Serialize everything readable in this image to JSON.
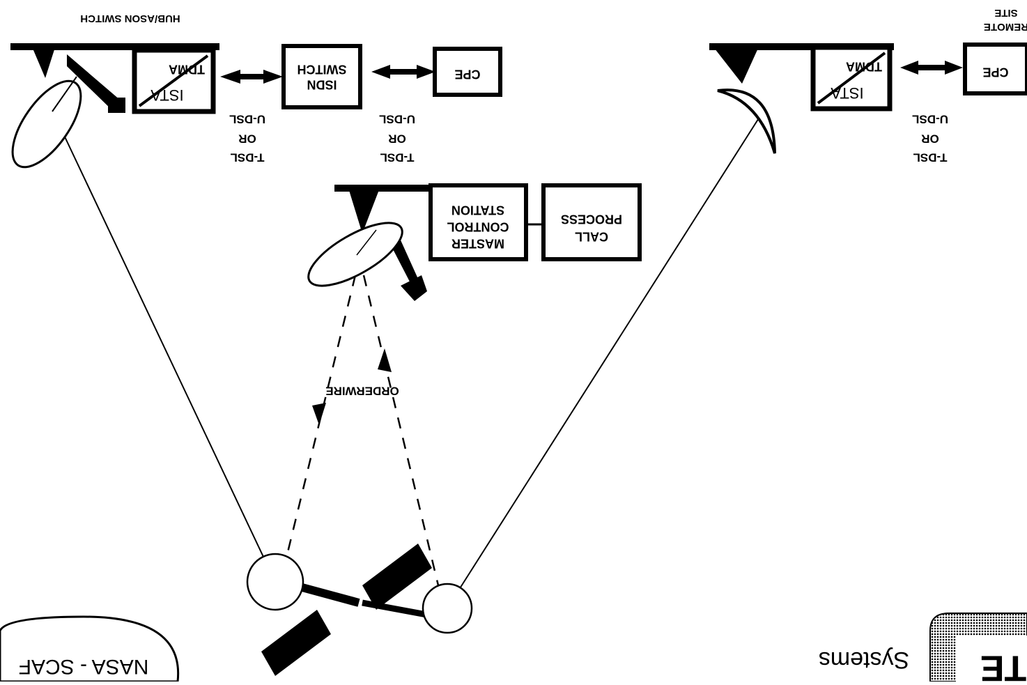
{
  "diagram": {
    "hub_label": "HUB/ASON SWITCH",
    "remote_label_line1": "REMOTE",
    "remote_label_line2": "SITE",
    "boxes": {
      "cpe_left": "CPE",
      "isdn_line1": "ISDN",
      "isdn_line2": "SWITCH",
      "ista_hub_top": "ISTA",
      "ista_hub_bottom": "TDMA",
      "ista_remote_top": "ISTA",
      "ista_remote_bottom": "TDMA",
      "cpe_right": "CPE",
      "master_line1": "MASTER",
      "master_line2": "CONTROL",
      "master_line3": "STATION",
      "call_line1": "CALL",
      "call_line2": "PROCESS"
    },
    "link_labels": {
      "a_line1": "T-DSL",
      "a_line2": "OR",
      "a_line3": "U-DSL",
      "b_line1": "T-DSL",
      "b_line2": "OR",
      "b_line3": "U-DSL",
      "c_line1": "T-DSL",
      "c_line2": "OR",
      "c_line3": "U-DSL"
    },
    "orderwire_label": "ORDERWIRE",
    "badge_text": "NASA - SCAF",
    "systems_label": "Systems",
    "corner_fragment": "TE"
  }
}
